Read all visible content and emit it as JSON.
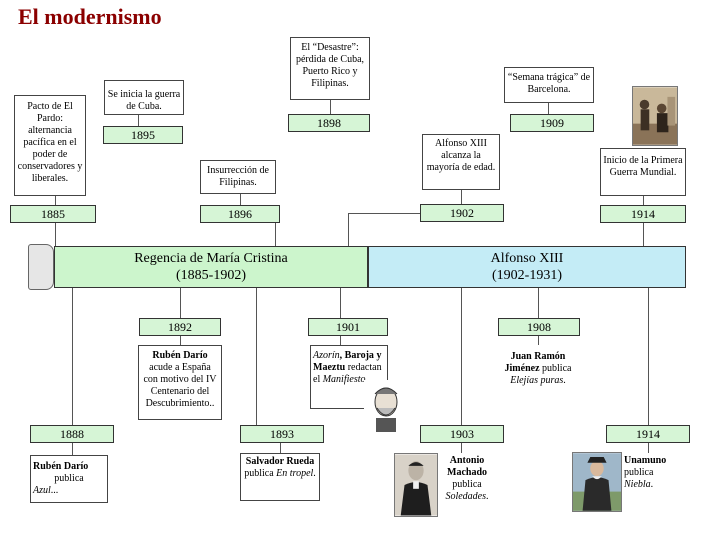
{
  "title": "El modernismo",
  "bands": {
    "left": {
      "line1": "Regencia de María Cristina",
      "line2": "(1885-1902)"
    },
    "right": {
      "line1": "Alfonso XIII",
      "line2": "(1902-1931)"
    }
  },
  "years": {
    "y1885": "1885",
    "y1895": "1895",
    "y1896": "1896",
    "y1898": "1898",
    "y1902": "1902",
    "y1909": "1909",
    "y1914a": "1914",
    "y1892": "1892",
    "y1901": "1901",
    "y1908": "1908",
    "y1888": "1888",
    "y1893": "1893",
    "y1903": "1903",
    "y1914b": "1914"
  },
  "events": {
    "pacto": "Pacto de El Pardo: alternancia pacífica en el poder de conservadores y liberales.",
    "guerra_cuba": "Se inicia la guerra de Cuba.",
    "desastre": "El “Desastre”: pérdida de Cuba, Puerto Rico y Filipinas.",
    "semana": "“Semana trágica” de Barcelona.",
    "insurreccion": "Insurrección de Filipinas.",
    "alfonso": "Alfonso XIII alcanza la mayoría de edad.",
    "guerra_mundial": "Inicio de la Primera Guerra Mundial.",
    "dario_1892": {
      "author": "Rubén Darío",
      "text": "acude a España con motivo del IV Centenario del Descubrimiento.."
    },
    "manifiesto": {
      "a1": "Azorín",
      "sep1": ", ",
      "a2": "Baroja",
      "sep2": " y ",
      "a3": "Maeztu",
      "text": "redactan el",
      "work": "Manifiesto",
      "end": "."
    },
    "jimenez": {
      "author": "Juan Ramón",
      "author2": "Jiménez",
      "text": "publica",
      "work": "Elejías puras",
      "end": "."
    },
    "dario_1888": {
      "author": "Rubén Darío",
      "text": "publica",
      "work": "Azul",
      "end": "..."
    },
    "rueda": {
      "author": "Salvador Rueda",
      "text": "publica",
      "work": "En tropel",
      "end": "."
    },
    "machado": {
      "author": "Antonio Machado",
      "text": "publica",
      "work": "Soledades",
      "end": "."
    },
    "unamuno": {
      "author": "Unamuno",
      "text": "publica",
      "work": "Niebla",
      "end": "."
    }
  },
  "colors": {
    "title": "#8b0000",
    "year_fill": "#d6f5d6",
    "band_left": "#ccf5cc",
    "band_right": "#c4ecf6"
  }
}
